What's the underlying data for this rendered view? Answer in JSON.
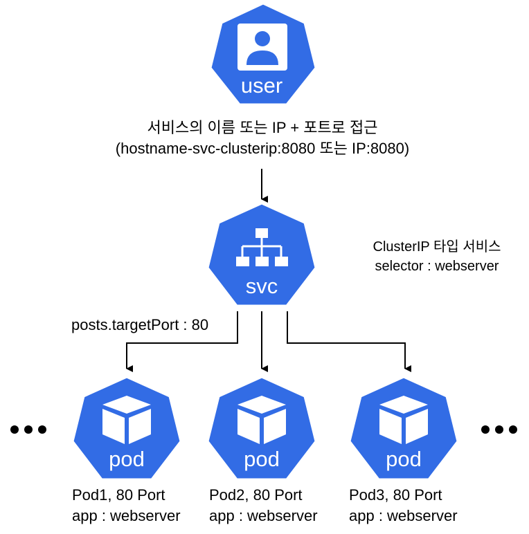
{
  "colors": {
    "node": "#326ce5",
    "stroke": "#ffffff",
    "line": "#000000",
    "text": "#000000"
  },
  "user_node": {
    "label": "user",
    "icon": "user-icon"
  },
  "access_label": {
    "line1": "서비스의 이름 또는 IP + 포트로 접근",
    "line2": "(hostname-svc-clusterip:8080 또는 IP:8080)"
  },
  "svc_node": {
    "label": "svc",
    "icon": "hierarchy-icon"
  },
  "svc_info": {
    "line1": "ClusterIP 타입 서비스",
    "line2": "selector : webserver"
  },
  "target_port_label": "posts.targetPort : 80",
  "pods": [
    {
      "label": "pod",
      "icon": "cube-icon",
      "name": "Pod1, 80 Port",
      "selector": "app : webserver"
    },
    {
      "label": "pod",
      "icon": "cube-icon",
      "name": "Pod2, 80 Port",
      "selector": "app : webserver"
    },
    {
      "label": "pod",
      "icon": "cube-icon",
      "name": "Pod3, 80 Port",
      "selector": "app : webserver"
    }
  ],
  "ellipsis": {
    "left": "more-pods-left",
    "right": "more-pods-right"
  }
}
